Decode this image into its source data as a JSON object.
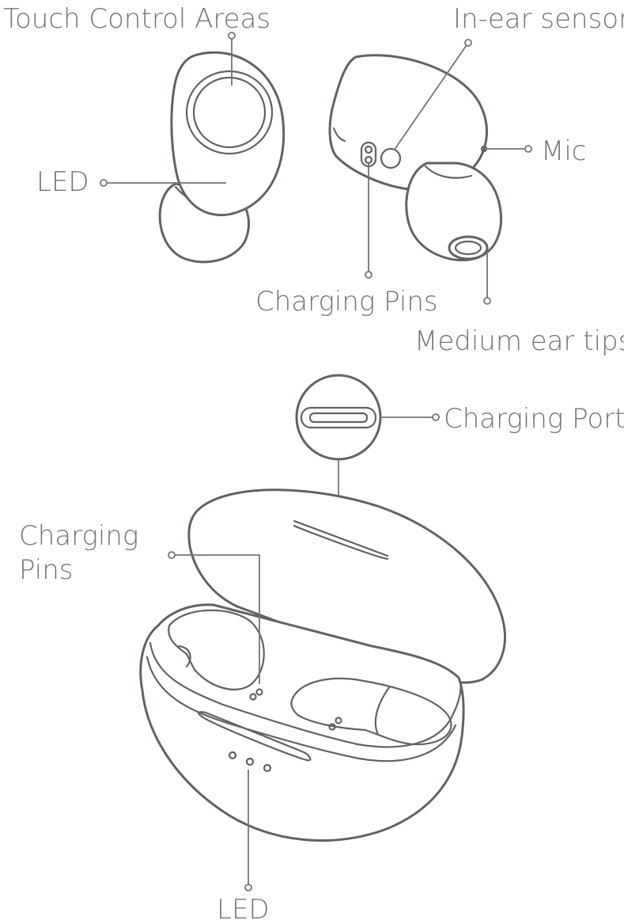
{
  "labels": {
    "touch_control_areas": "Touch Control Areas",
    "in_ear_sensor": "In-ear sensor",
    "led_earbud": "LED",
    "mic": "Mic",
    "charging_pins_earbud": "Charging Pins",
    "medium_ear_tips": "Medium ear tips",
    "charging_port": "Charging Port",
    "charging_pins_case_line1": "Charging",
    "charging_pins_case_line2": "Pins",
    "led_case": "LED"
  },
  "colors": {
    "line": "#5f6368",
    "text": "#6f757b",
    "background": "#ffffff"
  }
}
